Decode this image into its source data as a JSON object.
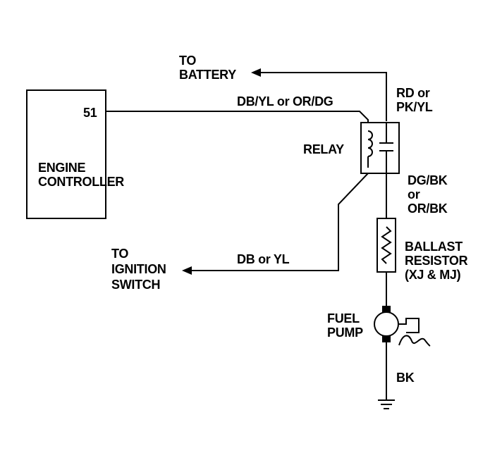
{
  "battery": {
    "line1": "TO",
    "line2": "BATTERY"
  },
  "ignition": {
    "line1": "TO",
    "line2": "IGNITION",
    "line3": "SWITCH"
  },
  "controller": {
    "pin": "51",
    "line1": "ENGINE",
    "line2": "CONTROLLER"
  },
  "relay": {
    "label": "RELAY"
  },
  "wires": {
    "controller_wire": "DB/YL or OR/DG",
    "battery_wire_1": "RD or",
    "battery_wire_2": "PK/YL",
    "relay_out_1": "DG/BK",
    "relay_out_2": "or",
    "relay_out_3": "OR/BK",
    "ignition_wire": "DB or YL",
    "ground_wire": "BK"
  },
  "resistor": {
    "line1": "BALLAST",
    "line2": "RESISTOR",
    "line3": "(XJ & MJ)"
  },
  "pump": {
    "line1": "FUEL",
    "line2": "PUMP"
  }
}
